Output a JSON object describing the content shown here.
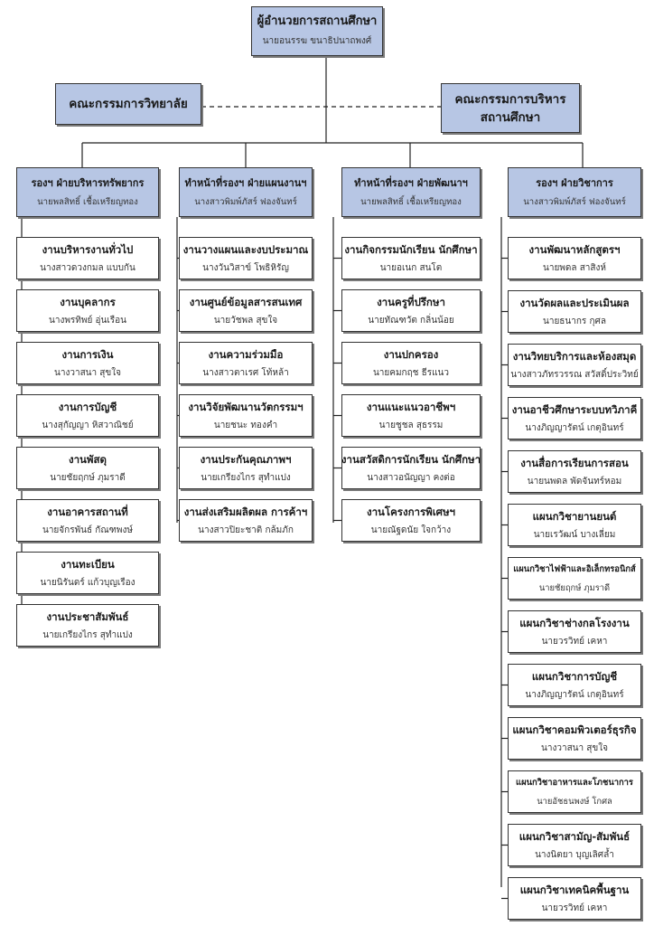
{
  "top": {
    "title": "ผู้อำนวยการสถานศึกษา",
    "name": "นายอนรรฆ ขนาธิปนาถพงศ์"
  },
  "left_committee": "คณะกรรมการวิทยาลัย",
  "right_committee": {
    "line1": "คณะกรรมการบริหาร",
    "line2": "สถานศึกษา"
  },
  "columns": [
    {
      "head": "รองฯ ฝ่ายบริหารทรัพยากร",
      "name": "นายพลสิทธิ์ เชื้อเหรียญทอง",
      "items": [
        {
          "title": "งานบริหารงานทั่วไป",
          "name": "นางสาวดวงกมล แบบกัน"
        },
        {
          "title": "งานบุคลากร",
          "name": "นางพรทิพย์ อุ่นเรือน"
        },
        {
          "title": "งานการเงิน",
          "name": "นางวาสนา สุขใจ"
        },
        {
          "title": "งานการบัญชี",
          "name": "นางสุกัญญา หิสวาณิชย์"
        },
        {
          "title": "งานพัสดุ",
          "name": "นายชัยฤกษ์ ภุมราดี"
        },
        {
          "title": "งานอาคารสถานที่",
          "name": "นายจักรพันธ์ กัณฑพงษ์"
        },
        {
          "title": "งานทะเบียน",
          "name": "นายนิรันดร์ แก้วบุญเรือง"
        },
        {
          "title": "งานประชาสัมพันธ์",
          "name": "นายเกรียงไกร สุทำแปง"
        }
      ]
    },
    {
      "head": "ทำหน้าที่รองฯ ฝ่ายแผนงานฯ",
      "name": "นางสาวพิมพ์ภัสร์ ฟองจันทร์",
      "items": [
        {
          "title": "งานวางแผนและงบประมาณ",
          "name": "นางวันวิสาข์ โพธิหิรัญ"
        },
        {
          "title": "งานศูนย์ข้อมูลสารสนเทศ",
          "name": "นายวัชพล สุขใจ"
        },
        {
          "title": "งานความร่วมมือ",
          "name": "นางสาวตาเรศ โท้หล้า"
        },
        {
          "title": "งานวิจัยพัฒนานวัตกรรมฯ",
          "name": "นายชนะ ทองคำ"
        },
        {
          "title": "งานประกันคุณภาพฯ",
          "name": "นายเกรียงไกร สุทำแปง"
        },
        {
          "title": "งานส่งเสริมผลิตผล การค้าฯ",
          "name": "นางสาวปิยะชาติ กล้มภัก"
        }
      ]
    },
    {
      "head": "ทำหน้าที่รองฯ ฝ่ายพัฒนาฯ",
      "name": "นายพลสิทธิ์ เชื้อเหรียญทอง",
      "items": [
        {
          "title": "งานกิจกรรมนักเรียน นักศึกษา",
          "name": "นายอเนก สนโต"
        },
        {
          "title": "งานครูที่ปรึกษา",
          "name": "นายทัณฑวัต กลิ่นน้อย"
        },
        {
          "title": "งานปกครอง",
          "name": "นายคมกฤช ธีรแนว"
        },
        {
          "title": "งานแนะแนวอาชีพฯ",
          "name": "นายชูชล สุธรรม"
        },
        {
          "title": "งานสวัสดิการนักเรียน นักศึกษา",
          "name": "นางสาวอนัญญา คงต่อ"
        },
        {
          "title": "งานโครงการพิเศษฯ",
          "name": "นายณัฐดนัย ใจกว้าง"
        }
      ]
    },
    {
      "head": "รองฯ ฝ่ายวิชาการ",
      "name": "นางสาวพิมพ์ภัสร์ ฟองจันทร์",
      "items": [
        {
          "title": "งานพัฒนาหลักสูตรฯ",
          "name": "นายพดล สาสิงห์"
        },
        {
          "title": "งานวัดผลและประเมินผล",
          "name": "นายธนากร กุศล"
        },
        {
          "title": "งานวิทยบริการและห้องสมุด",
          "name": "นางสาวภัทรวรรณ สวัสดิ์ประวิทย์"
        },
        {
          "title": "งานอาชีวศึกษาระบบทวิภาคี",
          "name": "นางภิญญารัตน์ เกตุอินทร์"
        },
        {
          "title": "งานสื่อการเรียนการสอน",
          "name": "นายนพดล พัดจันทร์หอม"
        },
        {
          "title": "แผนกวิชายานยนต์",
          "name": "นายเรวัฒน์ บางเลี่ยม"
        },
        {
          "title": "แผนกวิชาไฟฟ้าและอิเล็กทรอนิกส์",
          "name": "นายชัยฤกษ์ ภุมราดี"
        },
        {
          "title": "แผนกวิชาช่างกลโรงงาน",
          "name": "นายวรวิทย์ เคหา"
        },
        {
          "title": "แผนกวิชาการบัญชี",
          "name": "นางภิญญารัตน์ เกตุอินทร์"
        },
        {
          "title": "แผนกวิชาคอมพิวเตอร์ธุรกิจ",
          "name": "นางวาสนา สุขใจ"
        },
        {
          "title": "แผนกวิชาอาหารและโภชนาการ",
          "name": "นายอัชธนพงษ์ โกศล"
        },
        {
          "title": "แผนกวิชาสามัญ-สัมพันธ์",
          "name": "นางนิตยา บุญเลิศล้ำ"
        },
        {
          "title": "แผนกวิชาเทคนิคพื้นฐาน",
          "name": "นายวรวิทย์ เคหา"
        }
      ]
    }
  ]
}
